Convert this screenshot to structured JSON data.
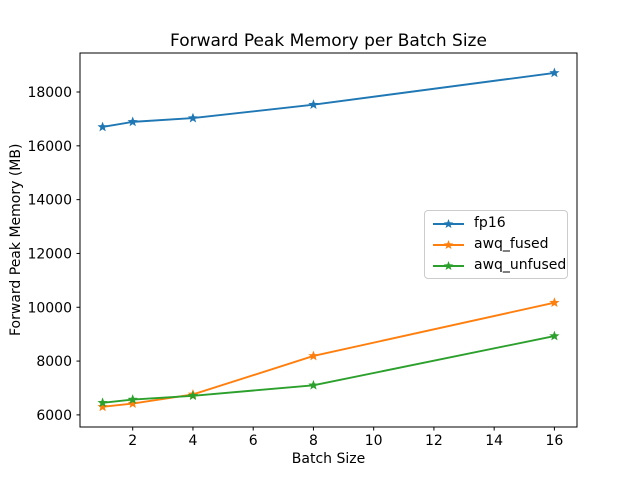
{
  "figure": {
    "background": "#ffffff"
  },
  "chart_data": {
    "type": "line",
    "title": "Forward Peak Memory per Batch Size",
    "xlabel": "Batch Size",
    "ylabel": "Forward Peak Memory (MB)",
    "x": [
      1,
      2,
      4,
      8,
      16
    ],
    "series": [
      {
        "name": "fp16",
        "color": "#1f77b4",
        "marker": "star",
        "values": [
          16700,
          16890,
          17030,
          17530,
          18710
        ]
      },
      {
        "name": "awq_fused",
        "color": "#ff7f0e",
        "marker": "star",
        "values": [
          6300,
          6420,
          6760,
          8190,
          10170
        ]
      },
      {
        "name": "awq_unfused",
        "color": "#2ca02c",
        "marker": "star",
        "values": [
          6450,
          6570,
          6710,
          7100,
          8930
        ]
      }
    ],
    "xlim": [
      0.25,
      16.75
    ],
    "ylim": [
      5550,
      19450
    ],
    "xticks": [
      2,
      4,
      6,
      8,
      10,
      12,
      14,
      16
    ],
    "yticks": [
      6000,
      8000,
      10000,
      12000,
      14000,
      16000,
      18000
    ],
    "grid": false,
    "legend_position": "center-right",
    "axis_color": "#000000",
    "text_color": "#000000",
    "legend_border_color": "#cccccc"
  }
}
